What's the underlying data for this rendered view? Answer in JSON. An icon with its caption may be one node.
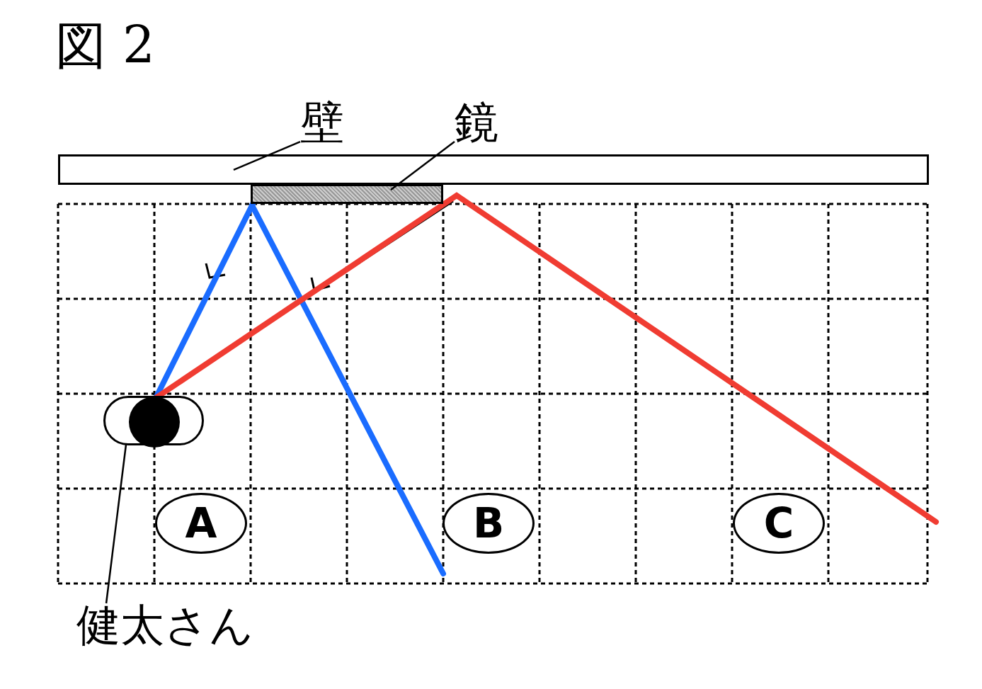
{
  "diagram": {
    "title": "図 2",
    "nodes": [
      {
        "text": [
          "壁"
        ]
      },
      {
        "text": [],
        "shape": "bar"
      },
      {
        "text": [
          "鏡"
        ]
      },
      {
        "text": [],
        "shape": "bar"
      },
      {
        "text": [
          "健太さん"
        ]
      },
      {
        "text": [],
        "shape": "person"
      },
      {
        "text": [
          "A"
        ]
      },
      {
        "text": [
          "B"
        ]
      },
      {
        "text": [
          "C"
        ]
      }
    ],
    "edges": [
      {
        "from": 0,
        "to": 1,
        "arrow": "none"
      },
      {
        "from": 2,
        "to": 3,
        "arrow": "none"
      },
      {
        "from": 4,
        "to": 5,
        "arrow": "none"
      }
    ]
  }
}
